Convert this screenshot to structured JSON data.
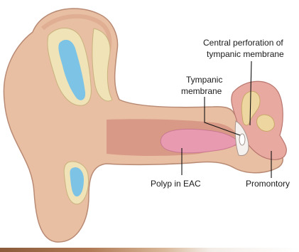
{
  "labels": {
    "central_perforation_line1": "Central perforation of",
    "central_perforation_line2": "tympanic membrane",
    "tympanic_line1": "Tympanic",
    "tympanic_line2": "membrane",
    "polyp": "Polyp in EAC",
    "promontory": "Promontory"
  },
  "colors": {
    "skin": "#e9bfa3",
    "skin_outline": "#b88a74",
    "canal": "#d89a86",
    "cartilage": "#efe3b7",
    "cartilage_blue": "#7cc3e6",
    "polyp": "#e79ab0",
    "middle_ear": "#e8a9a0",
    "membrane": "#f4f1ee",
    "ossicle": "#eed6a0"
  }
}
